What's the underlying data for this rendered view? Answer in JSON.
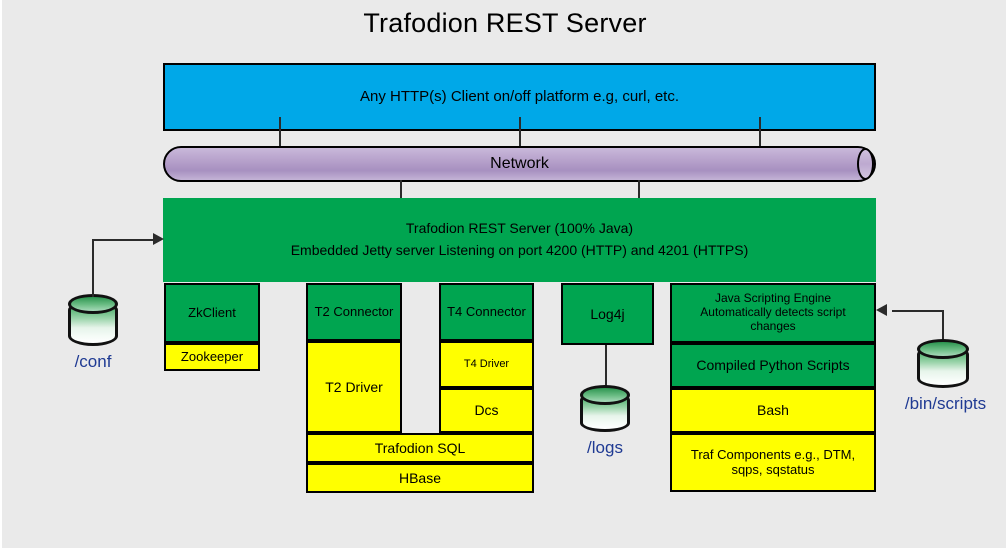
{
  "title": "Trafodion REST Server",
  "colors": {
    "background": "#eaeaea",
    "client_blue": "#00a8e8",
    "server_green": "#00A550",
    "accent_yellow": "#ffff00",
    "network_purple": "#b49ec9",
    "db_label_navy": "#1f3a93",
    "outline_black": "#000000"
  },
  "client_banner": {
    "label": "Any HTTP(s) Client on/off platform e.g, curl, etc."
  },
  "network": {
    "label": "Network"
  },
  "server": {
    "line1": "Trafodion REST Server (100% Java)",
    "line2": "Embedded Jetty server Listening on port 4200 (HTTP) and 4201 (HTTPS)"
  },
  "datastores": [
    {
      "name": "conf",
      "label": "/conf"
    },
    {
      "name": "logs",
      "label": "/logs"
    },
    {
      "name": "bin-scripts",
      "label": "/bin/scripts"
    }
  ],
  "columns": [
    {
      "name": "zkclient",
      "blocks": [
        {
          "label": "ZkClient",
          "fill": "green"
        },
        {
          "label": "Zookeeper",
          "fill": "yellow"
        }
      ]
    },
    {
      "name": "t2-connector",
      "blocks": [
        {
          "label": "T2 Connector",
          "fill": "green"
        },
        {
          "label": "T2 Driver",
          "fill": "yellow"
        }
      ]
    },
    {
      "name": "t4-connector",
      "blocks": [
        {
          "label": "T4 Connector",
          "fill": "green"
        },
        {
          "label": "T4 Driver",
          "fill": "yellow"
        },
        {
          "label": "Dcs",
          "fill": "yellow"
        }
      ]
    },
    {
      "name": "log4j",
      "blocks": [
        {
          "label": "Log4j",
          "fill": "green"
        }
      ]
    },
    {
      "name": "scripting",
      "blocks": [
        {
          "label": "Java Scripting Engine Automatically detects script changes",
          "fill": "green"
        },
        {
          "label": "Compiled Python Scripts",
          "fill": "green"
        },
        {
          "label": "Bash",
          "fill": "yellow"
        },
        {
          "label": "Traf Components e.g., DTM, sqps, sqstatus",
          "fill": "yellow"
        }
      ]
    }
  ],
  "spanning_blocks": [
    {
      "name": "trafodion-sql",
      "label": "Trafodion SQL",
      "fill": "yellow"
    },
    {
      "name": "hbase",
      "label": "HBase",
      "fill": "yellow"
    }
  ],
  "scripting_engine_lines": {
    "l1": "Java Scripting Engine",
    "l2": "Automatically detects script",
    "l3": "changes"
  },
  "traf_components_lines": {
    "l1": "Traf Components e.g., DTM,",
    "l2": "sqps, sqstatus"
  }
}
